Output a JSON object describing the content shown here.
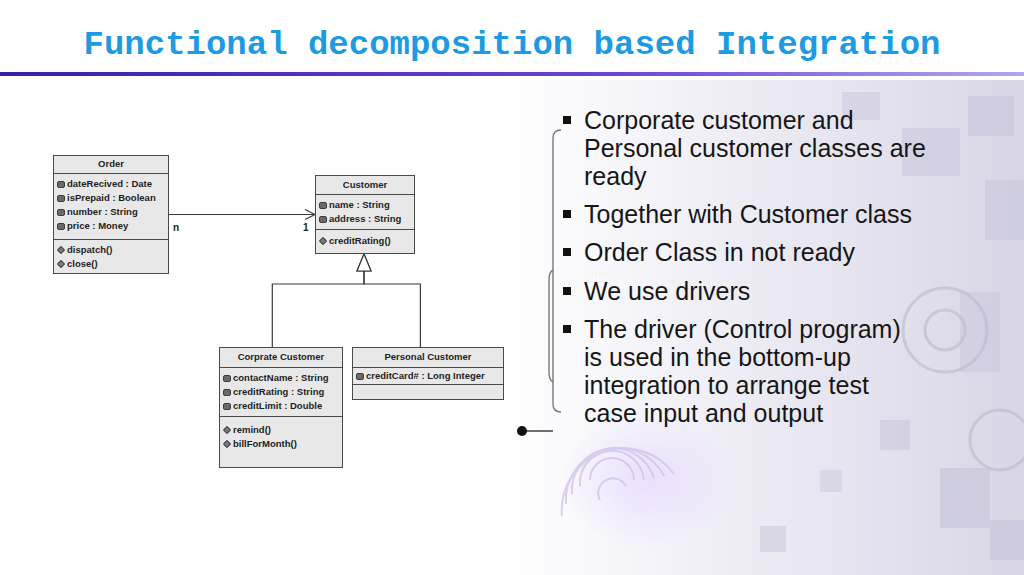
{
  "diagram": {
    "title": "Functional decomposition based Integration",
    "nodes": [
      {
        "text": [
          "Order",
          "dateRecived : Date",
          "isPrepaid : Boolean",
          "number : String",
          "price : Money",
          "dispatch()",
          "close()"
        ]
      },
      {
        "text": [
          "Customer",
          "name : String",
          "address : String",
          "creditRating()"
        ]
      },
      {
        "text": [
          "Corprate Customer",
          "contactName : String",
          "creditRating : String",
          "creditLimit : Double",
          "remind()",
          "billForMonth()"
        ]
      },
      {
        "text": [
          "Personal Customer",
          "creditCard# : Long Integer"
        ]
      }
    ],
    "edges": [
      {
        "from": 0,
        "to": 1,
        "arrow": "to"
      },
      {
        "from": 2,
        "to": 1,
        "arrow": "to"
      },
      {
        "from": 3,
        "to": 1,
        "arrow": "to"
      }
    ],
    "labels": [
      "n",
      "1",
      "Corporate customer and Personal customer classes are ready",
      "Together with Customer class",
      "Order Class in not ready",
      "We use drivers",
      "The driver (Control program) is used in the bottom-up integration to arrange test case input and output"
    ]
  }
}
